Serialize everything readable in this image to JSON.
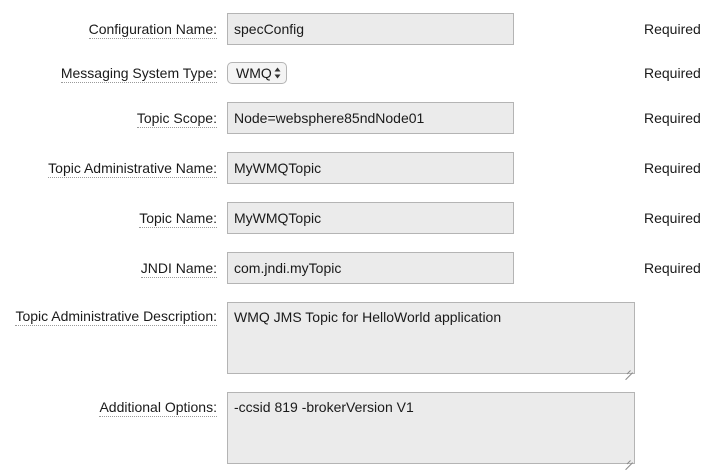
{
  "form": {
    "configuration_name": {
      "label": "Configuration Name:",
      "value": "specConfig",
      "required": "Required"
    },
    "messaging_system_type": {
      "label": "Messaging System Type:",
      "value": "WMQ",
      "required": "Required"
    },
    "topic_scope": {
      "label": "Topic Scope:",
      "value": "Node=websphere85ndNode01",
      "required": "Required"
    },
    "topic_admin_name": {
      "label": "Topic Administrative Name:",
      "value": "MyWMQTopic",
      "required": "Required"
    },
    "topic_name": {
      "label": "Topic Name:",
      "value": "MyWMQTopic",
      "required": "Required"
    },
    "jndi_name": {
      "label": "JNDI Name:",
      "value": "com.jndi.myTopic",
      "required": "Required"
    },
    "topic_admin_description": {
      "label": "Topic Administrative Description:",
      "value": "WMQ JMS Topic for HelloWorld application"
    },
    "additional_options": {
      "label": "Additional Options:",
      "value": "-ccsid 819 -brokerVersion V1"
    }
  },
  "icons": {
    "select_arrows": "up-down-chevron-icon",
    "resize_grip": "resize-grip-icon"
  },
  "colors": {
    "field_background": "#ebebeb",
    "field_border": "#b4b4b4",
    "text": "#1a1a1a"
  }
}
